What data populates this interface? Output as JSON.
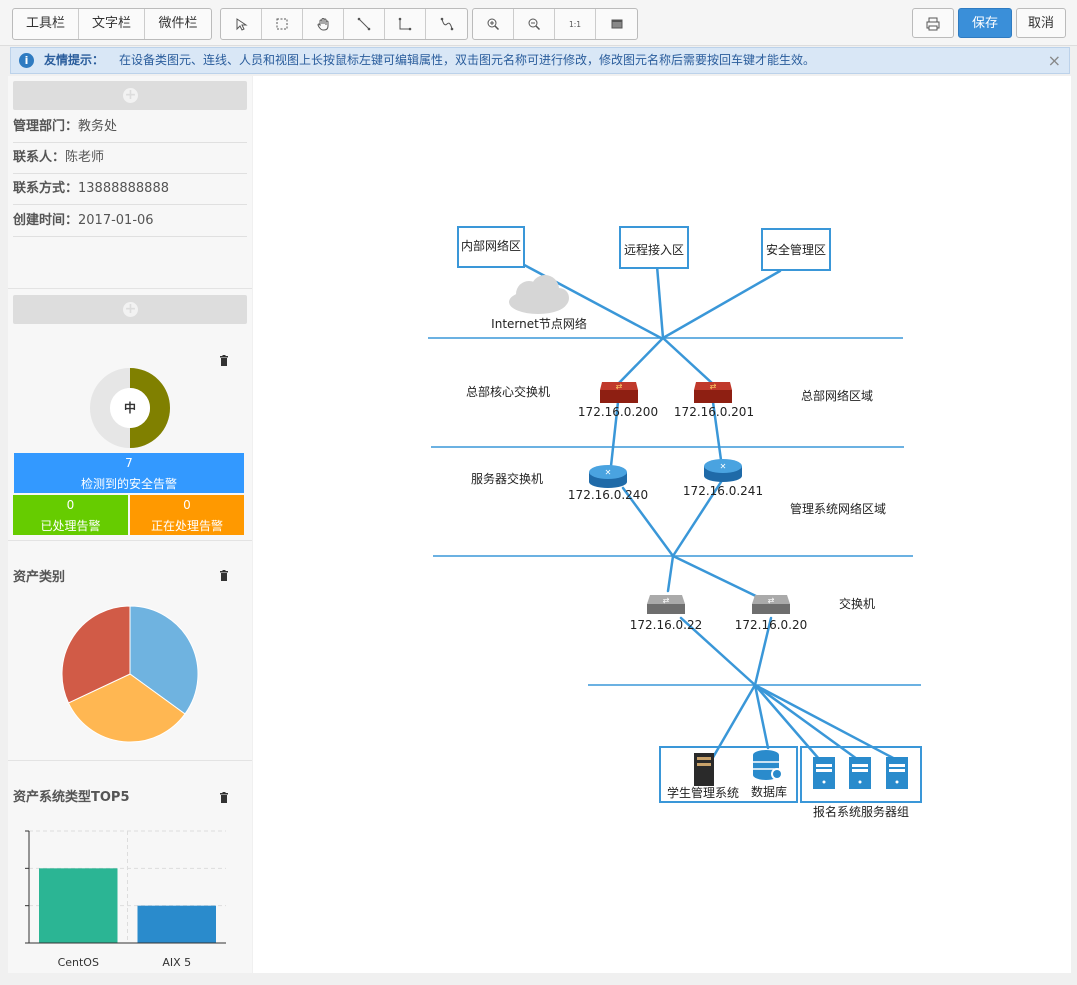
{
  "toolbar": {
    "tabs": [
      "工具栏",
      "文字栏",
      "微件栏"
    ],
    "save_label": "保存",
    "cancel_label": "取消"
  },
  "notice": {
    "label": "友情提示：",
    "text": "在设备类图元、连线、人员和视图上长按鼠标左键可编辑属性，双击图元名称可进行修改，修改图元名称后需要按回车键才能生效。"
  },
  "info": {
    "dept_label": "管理部门：",
    "dept_value": "教务处",
    "contact_label": "联系人：",
    "contact_value": "陈老师",
    "phone_label": "联系方式：",
    "phone_value": "13888888888",
    "created_label": "创建时间：",
    "created_value": "2017-01-06"
  },
  "alerts": {
    "level": "中",
    "level_fraction": 0.5,
    "detected_count": "7",
    "detected_label": "检测到的安全告警",
    "handled_count": "0",
    "handled_label": "已处理告警",
    "processing_count": "0",
    "processing_label": "正在处理告警"
  },
  "asset_category": {
    "title": "资产类别"
  },
  "top5": {
    "title": "资产系统类型TOP5"
  },
  "chart_data": [
    {
      "type": "pie",
      "values": [
        35,
        33,
        32
      ],
      "colors": [
        "#6fb3e0",
        "#ffb752",
        "#d15b47"
      ]
    },
    {
      "type": "bar",
      "categories": [
        "CentOS",
        "AIX 5"
      ],
      "values": [
        2,
        1
      ],
      "colors": [
        "#2bb594",
        "#2a8bcc"
      ],
      "ylim": [
        0,
        3
      ],
      "grid": true
    }
  ],
  "topology": {
    "zones": [
      "内部网络区",
      "远程接入区",
      "安全管理区"
    ],
    "cloud_label": "Internet节点网络",
    "core_switch_label": "总部核心交换机",
    "hq_zone_label": "总部网络区域",
    "core_ips": [
      "172.16.0.200",
      "172.16.0.201"
    ],
    "server_switch_label": "服务器交换机",
    "mgmt_zone_label": "管理系统网络区域",
    "router_ips": [
      "172.16.0.240",
      "172.16.0.241"
    ],
    "switch_label": "交换机",
    "switch_ips": [
      "172.16.0.22",
      "172.16.0.20"
    ],
    "student_system_label": "学生管理系统",
    "db_label": "数据库",
    "server_group_label": "报名系统服务器组"
  },
  "colors": {
    "accent": "#3a8fd9",
    "link": "#3a97d8",
    "blue_card": "#3399ff",
    "green_card": "#66cc00",
    "orange_card": "#ff9900",
    "donut": "#808000"
  }
}
